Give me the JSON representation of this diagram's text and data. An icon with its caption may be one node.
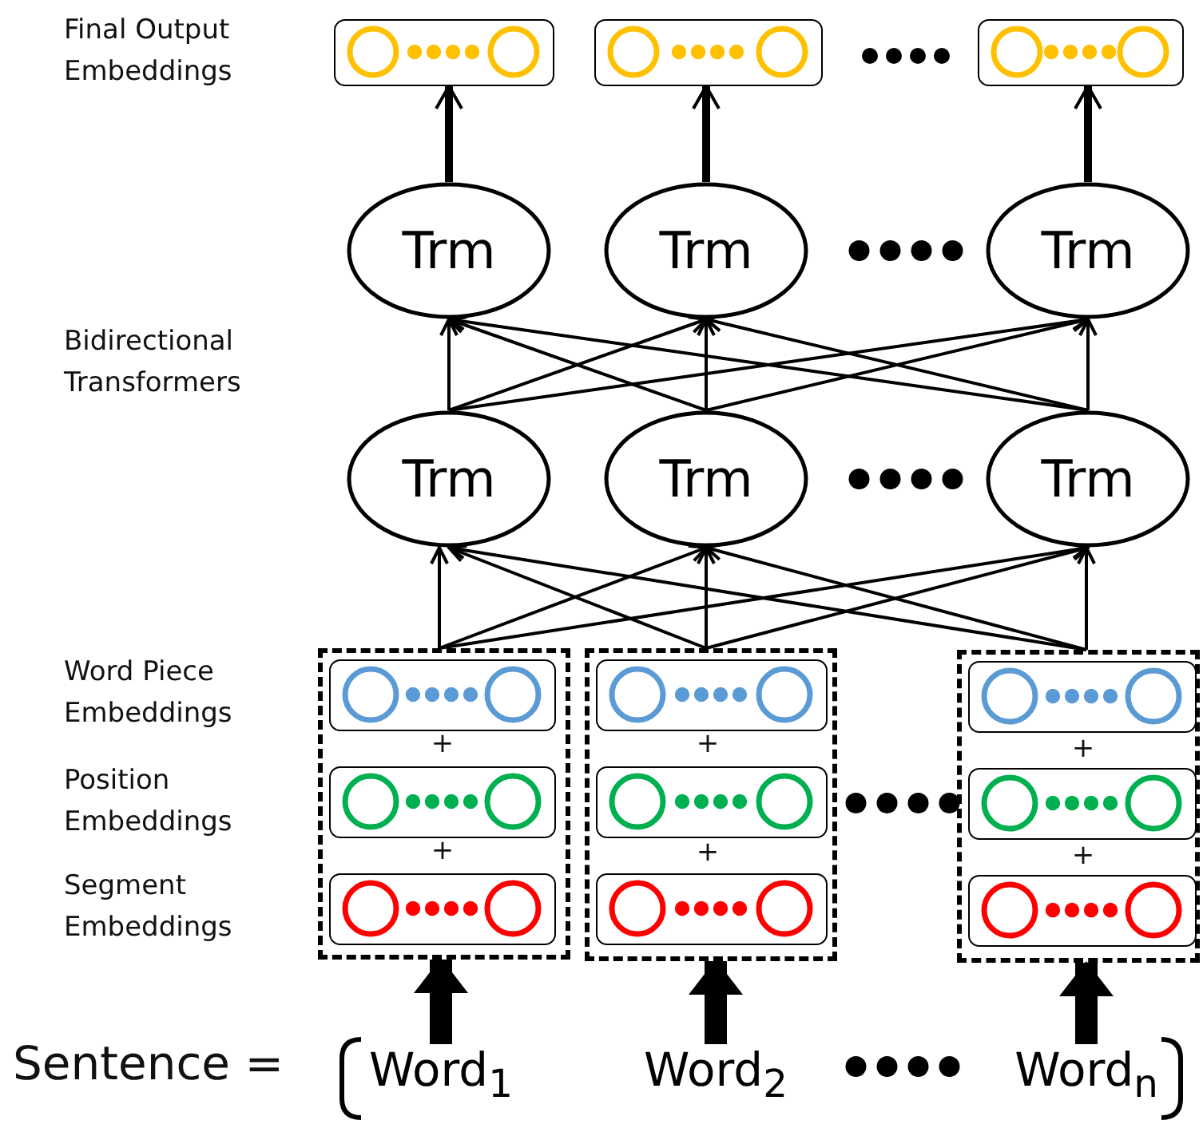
{
  "diagram": {
    "nodes": [
      {
        "text": [],
        "shape": "box"
      },
      {
        "text": [],
        "shape": "box"
      },
      {
        "text": [],
        "shape": "box"
      },
      {
        "text": [
          "Trm"
        ]
      },
      {
        "text": [
          "Trm"
        ]
      },
      {
        "text": [
          "Trm"
        ]
      },
      {
        "text": [
          "Trm"
        ]
      },
      {
        "text": [
          "Trm"
        ]
      },
      {
        "text": [
          "Trm"
        ]
      },
      {
        "text": [],
        "shape": "box"
      },
      {
        "text": [],
        "shape": "box",
        "in": 9
      },
      {
        "text": [],
        "shape": "box",
        "in": 9
      },
      {
        "text": [],
        "shape": "box",
        "in": 9
      },
      {
        "text": [],
        "shape": "box"
      },
      {
        "text": [],
        "shape": "box",
        "in": 13
      },
      {
        "text": [],
        "shape": "box",
        "in": 13
      },
      {
        "text": [],
        "shape": "box",
        "in": 13
      },
      {
        "text": [],
        "shape": "box"
      },
      {
        "text": [],
        "shape": "box",
        "in": 17
      },
      {
        "text": [],
        "shape": "box",
        "in": 17
      },
      {
        "text": [],
        "shape": "box",
        "in": 17
      },
      {
        "text": [
          "Word$_{1}$"
        ]
      },
      {
        "text": [
          "Word$_{2}$"
        ]
      },
      {
        "text": [
          "Word$_{n}$"
        ]
      }
    ],
    "edges": [
      {
        "from": 3,
        "to": 0,
        "arrow": "to",
        "style": "thick"
      },
      {
        "from": 4,
        "to": 1,
        "arrow": "to",
        "style": "thick"
      },
      {
        "from": 5,
        "to": 2,
        "arrow": "to",
        "style": "thick"
      },
      {
        "from": 6,
        "to": 3,
        "arrow": "to"
      },
      {
        "from": 6,
        "to": 4,
        "arrow": "to"
      },
      {
        "from": 6,
        "to": 5,
        "arrow": "to"
      },
      {
        "from": 7,
        "to": 3,
        "arrow": "to"
      },
      {
        "from": 7,
        "to": 4,
        "arrow": "to"
      },
      {
        "from": 7,
        "to": 5,
        "arrow": "to"
      },
      {
        "from": 8,
        "to": 3,
        "arrow": "to"
      },
      {
        "from": 8,
        "to": 4,
        "arrow": "to"
      },
      {
        "from": 8,
        "to": 5,
        "arrow": "to"
      },
      {
        "from": 9,
        "to": 6,
        "arrow": "to"
      },
      {
        "from": 9,
        "to": 7,
        "arrow": "to"
      },
      {
        "from": 9,
        "to": 8,
        "arrow": "to"
      },
      {
        "from": 13,
        "to": 6,
        "arrow": "to"
      },
      {
        "from": 13,
        "to": 7,
        "arrow": "to"
      },
      {
        "from": 13,
        "to": 8,
        "arrow": "to"
      },
      {
        "from": 17,
        "to": 6,
        "arrow": "to"
      },
      {
        "from": 17,
        "to": 7,
        "arrow": "to"
      },
      {
        "from": 17,
        "to": 8,
        "arrow": "to"
      },
      {
        "from": 21,
        "to": 9,
        "arrow": "to",
        "style": "thick"
      },
      {
        "from": 22,
        "to": 13,
        "arrow": "to",
        "style": "thick"
      },
      {
        "from": 23,
        "to": 17,
        "arrow": "to",
        "style": "thick"
      }
    ],
    "labels": [
      "Final Output Embeddings",
      "Bidirectional Transformers",
      "Word Piece Embeddings",
      "+",
      "+",
      "+",
      "Position Embeddings",
      "+",
      "+",
      "+",
      "Segment Embeddings",
      "Sentence ="
    ]
  }
}
